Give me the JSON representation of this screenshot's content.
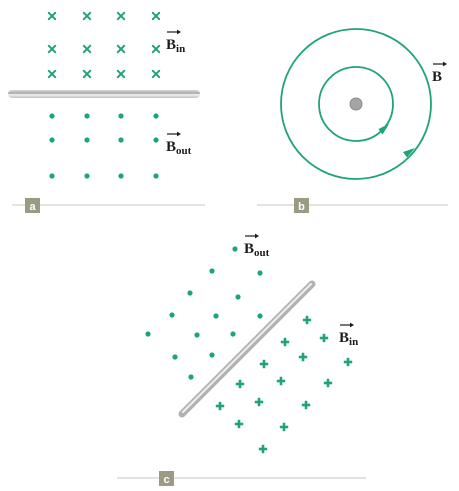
{
  "panels": {
    "a": {
      "label": "a",
      "field_in": {
        "symbol": "B",
        "subscript": "in"
      },
      "field_out": {
        "symbol": "B",
        "subscript": "out"
      }
    },
    "b": {
      "label": "b",
      "field": {
        "symbol": "B",
        "subscript": ""
      }
    },
    "c": {
      "label": "c",
      "field_out": {
        "symbol": "B",
        "subscript": "out"
      },
      "field_in": {
        "symbol": "B",
        "subscript": "in"
      }
    }
  },
  "colors": {
    "field": "#1fa37a",
    "label_box": "#9b9a82",
    "rule": "#c9c9bd",
    "wire": "#b8b8b8",
    "text": "#1c1c1c"
  }
}
